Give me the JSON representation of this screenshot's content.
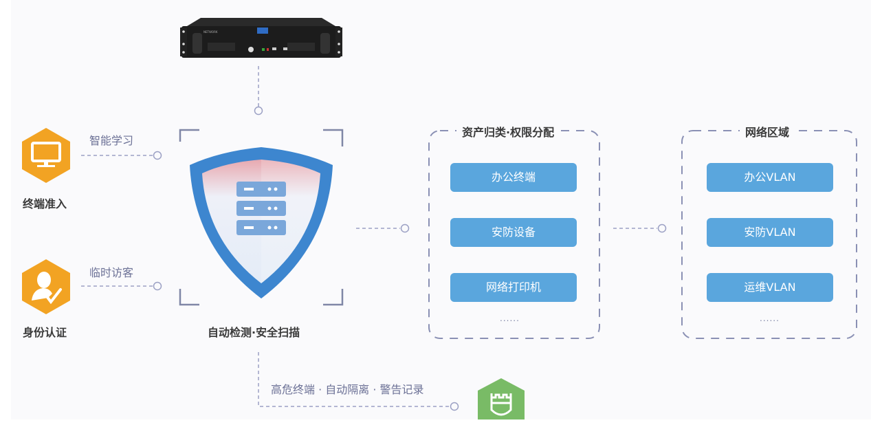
{
  "colors": {
    "background": "#fafafc",
    "connector": "#9ba0c4",
    "pill": "#5aa6dd",
    "orange": "#f2a323",
    "green": "#79bb66",
    "shield_blue": "#3d86cf",
    "label_dark": "#3a3a3a",
    "label_purple": "#6c7196"
  },
  "device": {
    "name": "hardware-appliance",
    "icon": "server-rack-icon"
  },
  "left_items": [
    {
      "title": "终端准入",
      "connector_label": "智能学习",
      "icon": "monitor-icon"
    },
    {
      "title": "身份认证",
      "connector_label": "临时访客",
      "icon": "user-check-icon"
    }
  ],
  "center": {
    "caption": "自动检测·安全扫描",
    "icon": "shield-server-icon"
  },
  "asset_group": {
    "title": "资产归类·权限分配",
    "items": [
      "办公终端",
      "安防设备",
      "网络打印机"
    ],
    "more": "......"
  },
  "network_group": {
    "title": "网络区域",
    "items": [
      "办公VLAN",
      "安防VLAN",
      "运维VLAN"
    ],
    "more": "......"
  },
  "bottom": {
    "label": "高危终端 · 自动隔离 · 警告记录",
    "icon": "quarantine-castle-icon"
  }
}
